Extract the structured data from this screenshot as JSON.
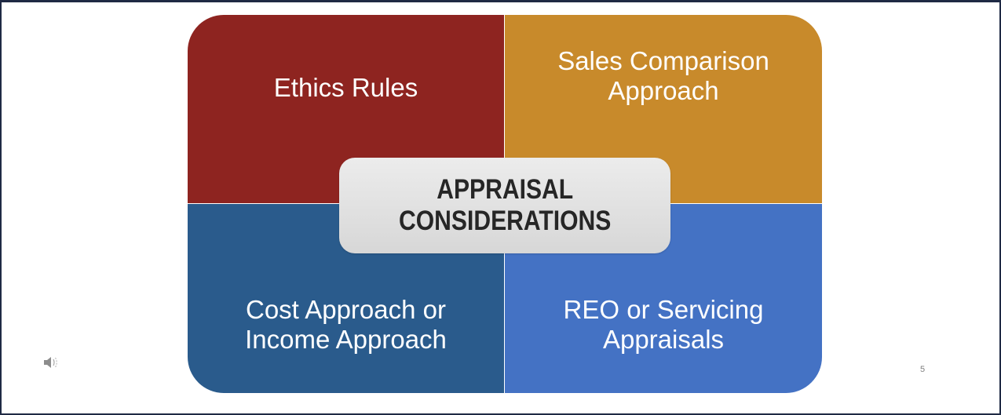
{
  "slide": {
    "quadrants": {
      "top_left": "Ethics Rules",
      "top_right": "Sales Comparison\nApproach",
      "bottom_left": "Cost Approach or\nIncome Approach",
      "bottom_right": "REO or Servicing\nAppraisals"
    },
    "center_label": "APPRAISAL\nCONSIDERATIONS",
    "page_number": "5"
  },
  "icons": {
    "audio": "speaker-icon"
  },
  "colors": {
    "top_left": "#8e2420",
    "top_right": "#c88a2b",
    "bottom_left": "#2a5b8c",
    "bottom_right": "#4472c4",
    "center_box": "#dedede",
    "frame": "#1f2a44"
  }
}
